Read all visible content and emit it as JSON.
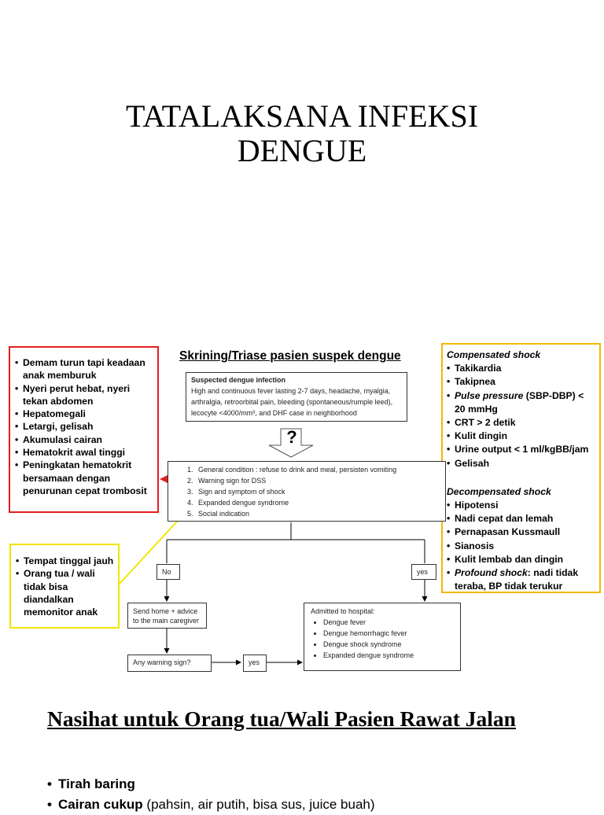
{
  "title": {
    "line1": "TATALAKSANA INFEKSI",
    "line2": "DENGUE"
  },
  "red_box": {
    "items": [
      "Demam turun tapi keadaan anak memburuk",
      "Nyeri perut hebat, nyeri tekan abdomen",
      "Hepatomegali",
      "Letargi, gelisah",
      "Akumulasi cairan",
      "Hematokrit awal tinggi",
      "Peningkatan hematokrit bersamaan dengan penurunan cepat trombosit"
    ]
  },
  "yellow_box": {
    "items": [
      "Tempat tinggal jauh",
      "Orang tua / wali tidak bisa diandalkan memonitor anak"
    ]
  },
  "shock_box": {
    "compensated_title": "Compensated shock",
    "compensated": {
      "i1": "Takikardia",
      "i2": "Takipnea",
      "i3_em": "Pulse pressure",
      "i3_rest": " (SBP-DBP) < 20 mmHg",
      "i4": "CRT > 2 detik",
      "i5": "Kulit dingin",
      "i6": "Urine output < 1 ml/kgBB/jam",
      "i7": "Gelisah"
    },
    "decompensated_title": "Decompensated shock",
    "decompensated": {
      "i1": "Hipotensi",
      "i2": "Nadi cepat dan lemah",
      "i3": "Pernapasan Kussmaull",
      "i4": "Sianosis",
      "i5": "Kulit lembab dan dingin",
      "i6_em": "Profound shock",
      "i6_rest": ": nadi tidak teraba, BP tidak terukur"
    }
  },
  "flowchart": {
    "title": "Skrining/Triase pasien suspek dengue",
    "suspected": {
      "heading": "Suspected dengue infection",
      "body": "High and continuous fever lasting 2-7 days, headache, myalgia, arthralgia, retroorbital pain, bleeding (spontaneous/rumple leed), lecocyte <4000/mm³, and DHF case in neighborhood"
    },
    "question_mark": "?",
    "criteria": [
      "General condition : refuse to drink and meal, persisten vomiting",
      "Warning sign for DSS",
      "Sign and symptom of shock",
      "Expanded dengue syndrome",
      "Social indication"
    ],
    "no_label": "No",
    "yes_label": "yes",
    "send_home": "Send home + advice to the main caregiver",
    "warning_q": "Any warning sign?",
    "yes2_label": "yes",
    "admitted": {
      "heading": "Admitted to hospital:",
      "items": [
        "Dengue fever",
        "Dengue hemorrhagic fever",
        "Dengue shock syndrome",
        "Expanded dengue syndrome"
      ]
    }
  },
  "advice": {
    "heading": "Nasihat untuk Orang tua/Wali Pasien Rawat Jalan",
    "bullet1": "Tirah baring",
    "bullet2_bold": "Cairan cukup",
    "bullet2_rest": " (pahsin, air putih, bisa sus, juice buah)"
  },
  "colors": {
    "red": "#e02020",
    "yellow": "#f0e600",
    "orange": "#f5b800",
    "connector": "#f28c00"
  }
}
